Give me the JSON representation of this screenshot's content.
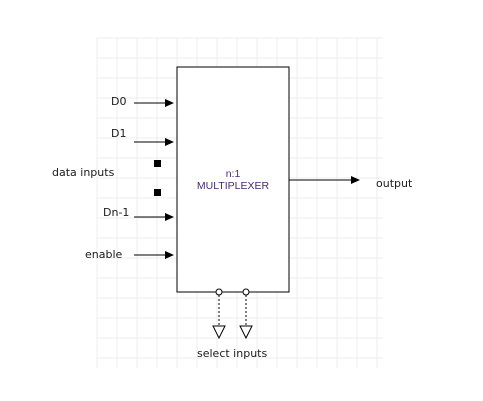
{
  "diagram": {
    "block": {
      "line1": "n:1",
      "line2": "MULTIPLEXER",
      "text_color": "#4a2b6b"
    },
    "inputs": {
      "d0": "D0",
      "d1": "D1",
      "group_label": "data inputs",
      "dn1": "Dn-1",
      "enable": "enable"
    },
    "output_label": "output",
    "select_label": "select inputs",
    "grid_color": "#ececec",
    "line_color": "#000000"
  }
}
